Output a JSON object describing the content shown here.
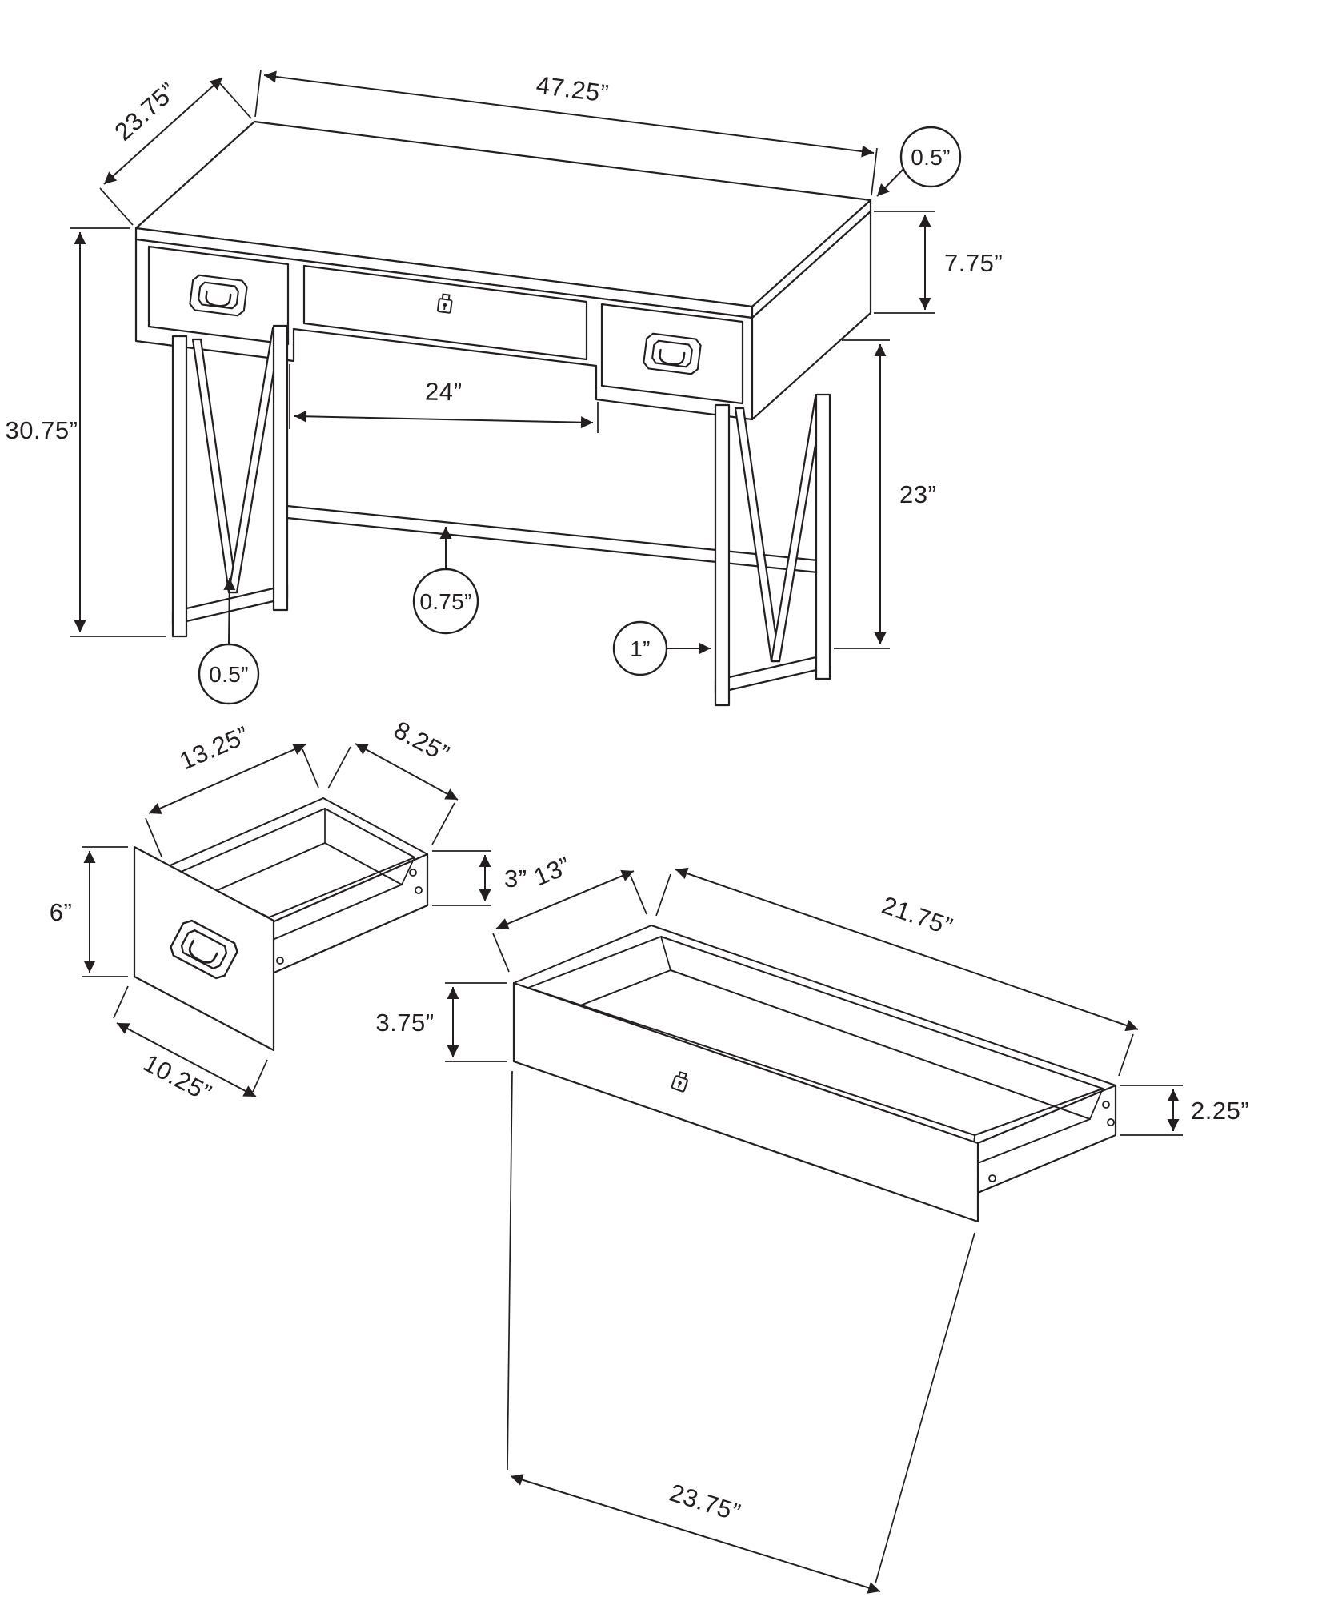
{
  "figure": {
    "type": "technical-drawing",
    "line_color": "#231f20",
    "background": "#ffffff"
  },
  "desk": {
    "top_width": "47.25”",
    "top_depth": "23.75”",
    "top_thickness": "0.5”",
    "apron_height": "7.75”",
    "overall_height": "30.75”",
    "knee_clearance_width": "24”",
    "leg_clearance_height": "23”",
    "stretcher_thickness": "0.75”",
    "leg_width": "1”",
    "brace_thickness": "0.5”"
  },
  "side_drawer": {
    "inner_depth": "13.25”",
    "inner_width": "8.25”",
    "front_height": "6”",
    "wall_height": "3”",
    "front_width": "10.25”"
  },
  "center_drawer": {
    "inner_depth": "13”",
    "inner_width": "21.75”",
    "front_height": "3.75”",
    "wall_height": "2.25”",
    "front_width": "23.75”"
  }
}
